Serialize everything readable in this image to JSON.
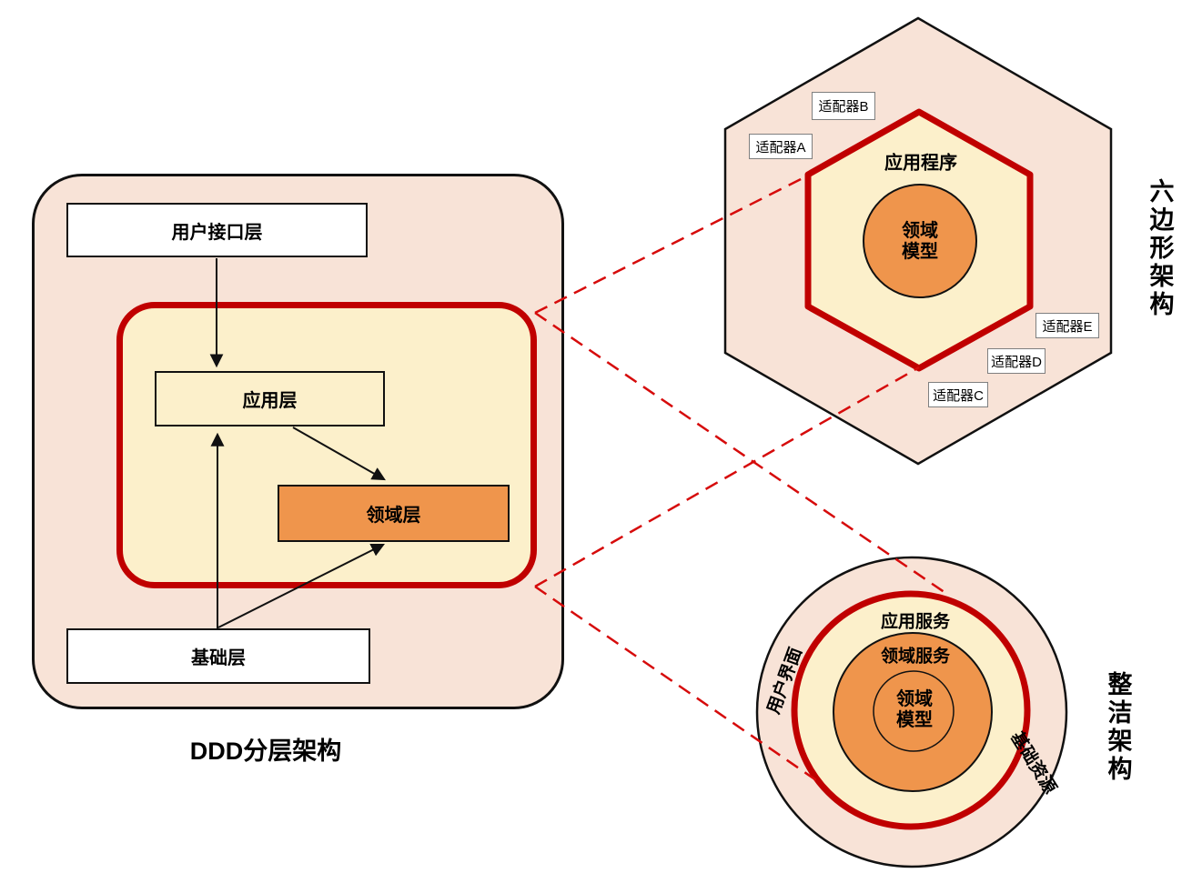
{
  "colors": {
    "background": "#ffffff",
    "pink_fill": "#f8e3d7",
    "yellow_fill": "#fcf0cb",
    "orange_fill": "#ef954c",
    "red_boundary": "#c00000",
    "dashed_connector_red": "#d60b0b",
    "outline_black": "#111111",
    "adapter_border_gray": "#7f7f7f"
  },
  "ddd": {
    "title": "DDD分层架构",
    "layers": {
      "user_interface": "用户接口层",
      "application": "应用层",
      "domain": "领域层",
      "infrastructure": "基础层"
    }
  },
  "hexagonal": {
    "title": "六边形架构",
    "application": "应用程序",
    "domain_model": "领域模型",
    "adapters": [
      "适配器A",
      "适配器B",
      "适配器C",
      "适配器D",
      "适配器E"
    ]
  },
  "clean": {
    "title": "整洁架构",
    "user_interface": "用户界面",
    "application_services": "应用服务",
    "domain_services": "领域服务",
    "domain_model": "领域模型",
    "infrastructure": "基础资源"
  }
}
